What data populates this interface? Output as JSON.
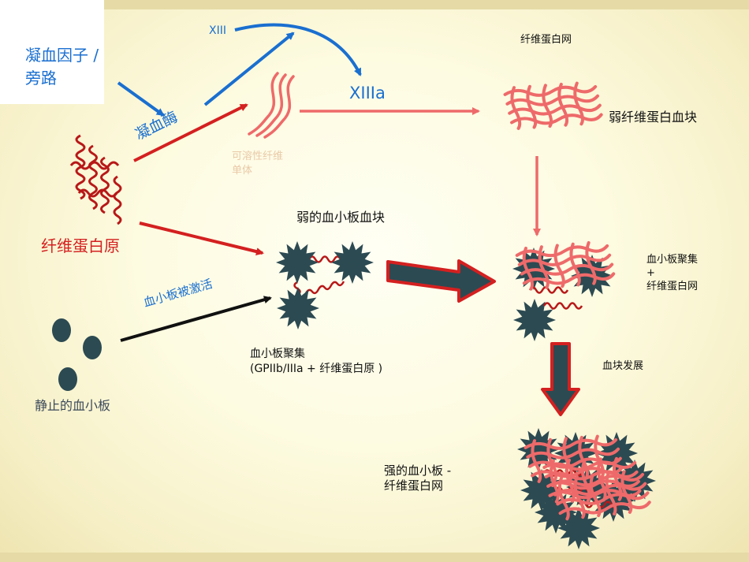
{
  "labels": {
    "pathway": "凝血因子 / 旁路",
    "pathway_l1": "凝血因子 /",
    "pathway_l2": "旁路",
    "thrombin": "凝血酶",
    "xiii": "XIII",
    "xiiia": "XIIIa",
    "fibrin_net_title": "纤维蛋白网",
    "soluble_monomer_l1": "可溶性纤维",
    "soluble_monomer_l2": "单体",
    "weak_fibrin_clot": "弱纤维蛋白血块",
    "fibrinogen": "纤维蛋白原",
    "weak_platelet_clot": "弱的血小板血块",
    "platelet_activated": "血小板被激活",
    "resting_platelets": "静止的血小板",
    "platelet_aggregation_l1": "血小板聚集",
    "platelet_aggregation_l2": "(GPIIb/IIIa +  纤维蛋白原 )",
    "agg_fibrin_l1": "血小板聚集",
    "agg_fibrin_l2": "+",
    "agg_fibrin_l3": "纤维蛋白网",
    "clot_development": "血块发展",
    "strong_clot_l1": "强的血小板 -",
    "strong_clot_l2": "纤维蛋白网"
  },
  "colors": {
    "blue_arrow": "#1a6fd0",
    "red_arrow": "#d42020",
    "pink_arrow": "#ee6a6a",
    "platelet": "#2c4a52",
    "fibrin_mesh": "#ee6a6a",
    "fibrinogen": "#b81818"
  },
  "icons": [
    "fibrinogen-coil-icon",
    "fibrin-monomer-icon",
    "fibrin-mesh-icon",
    "platelet-icon",
    "resting-platelet-icon",
    "block-arrow-icon"
  ]
}
